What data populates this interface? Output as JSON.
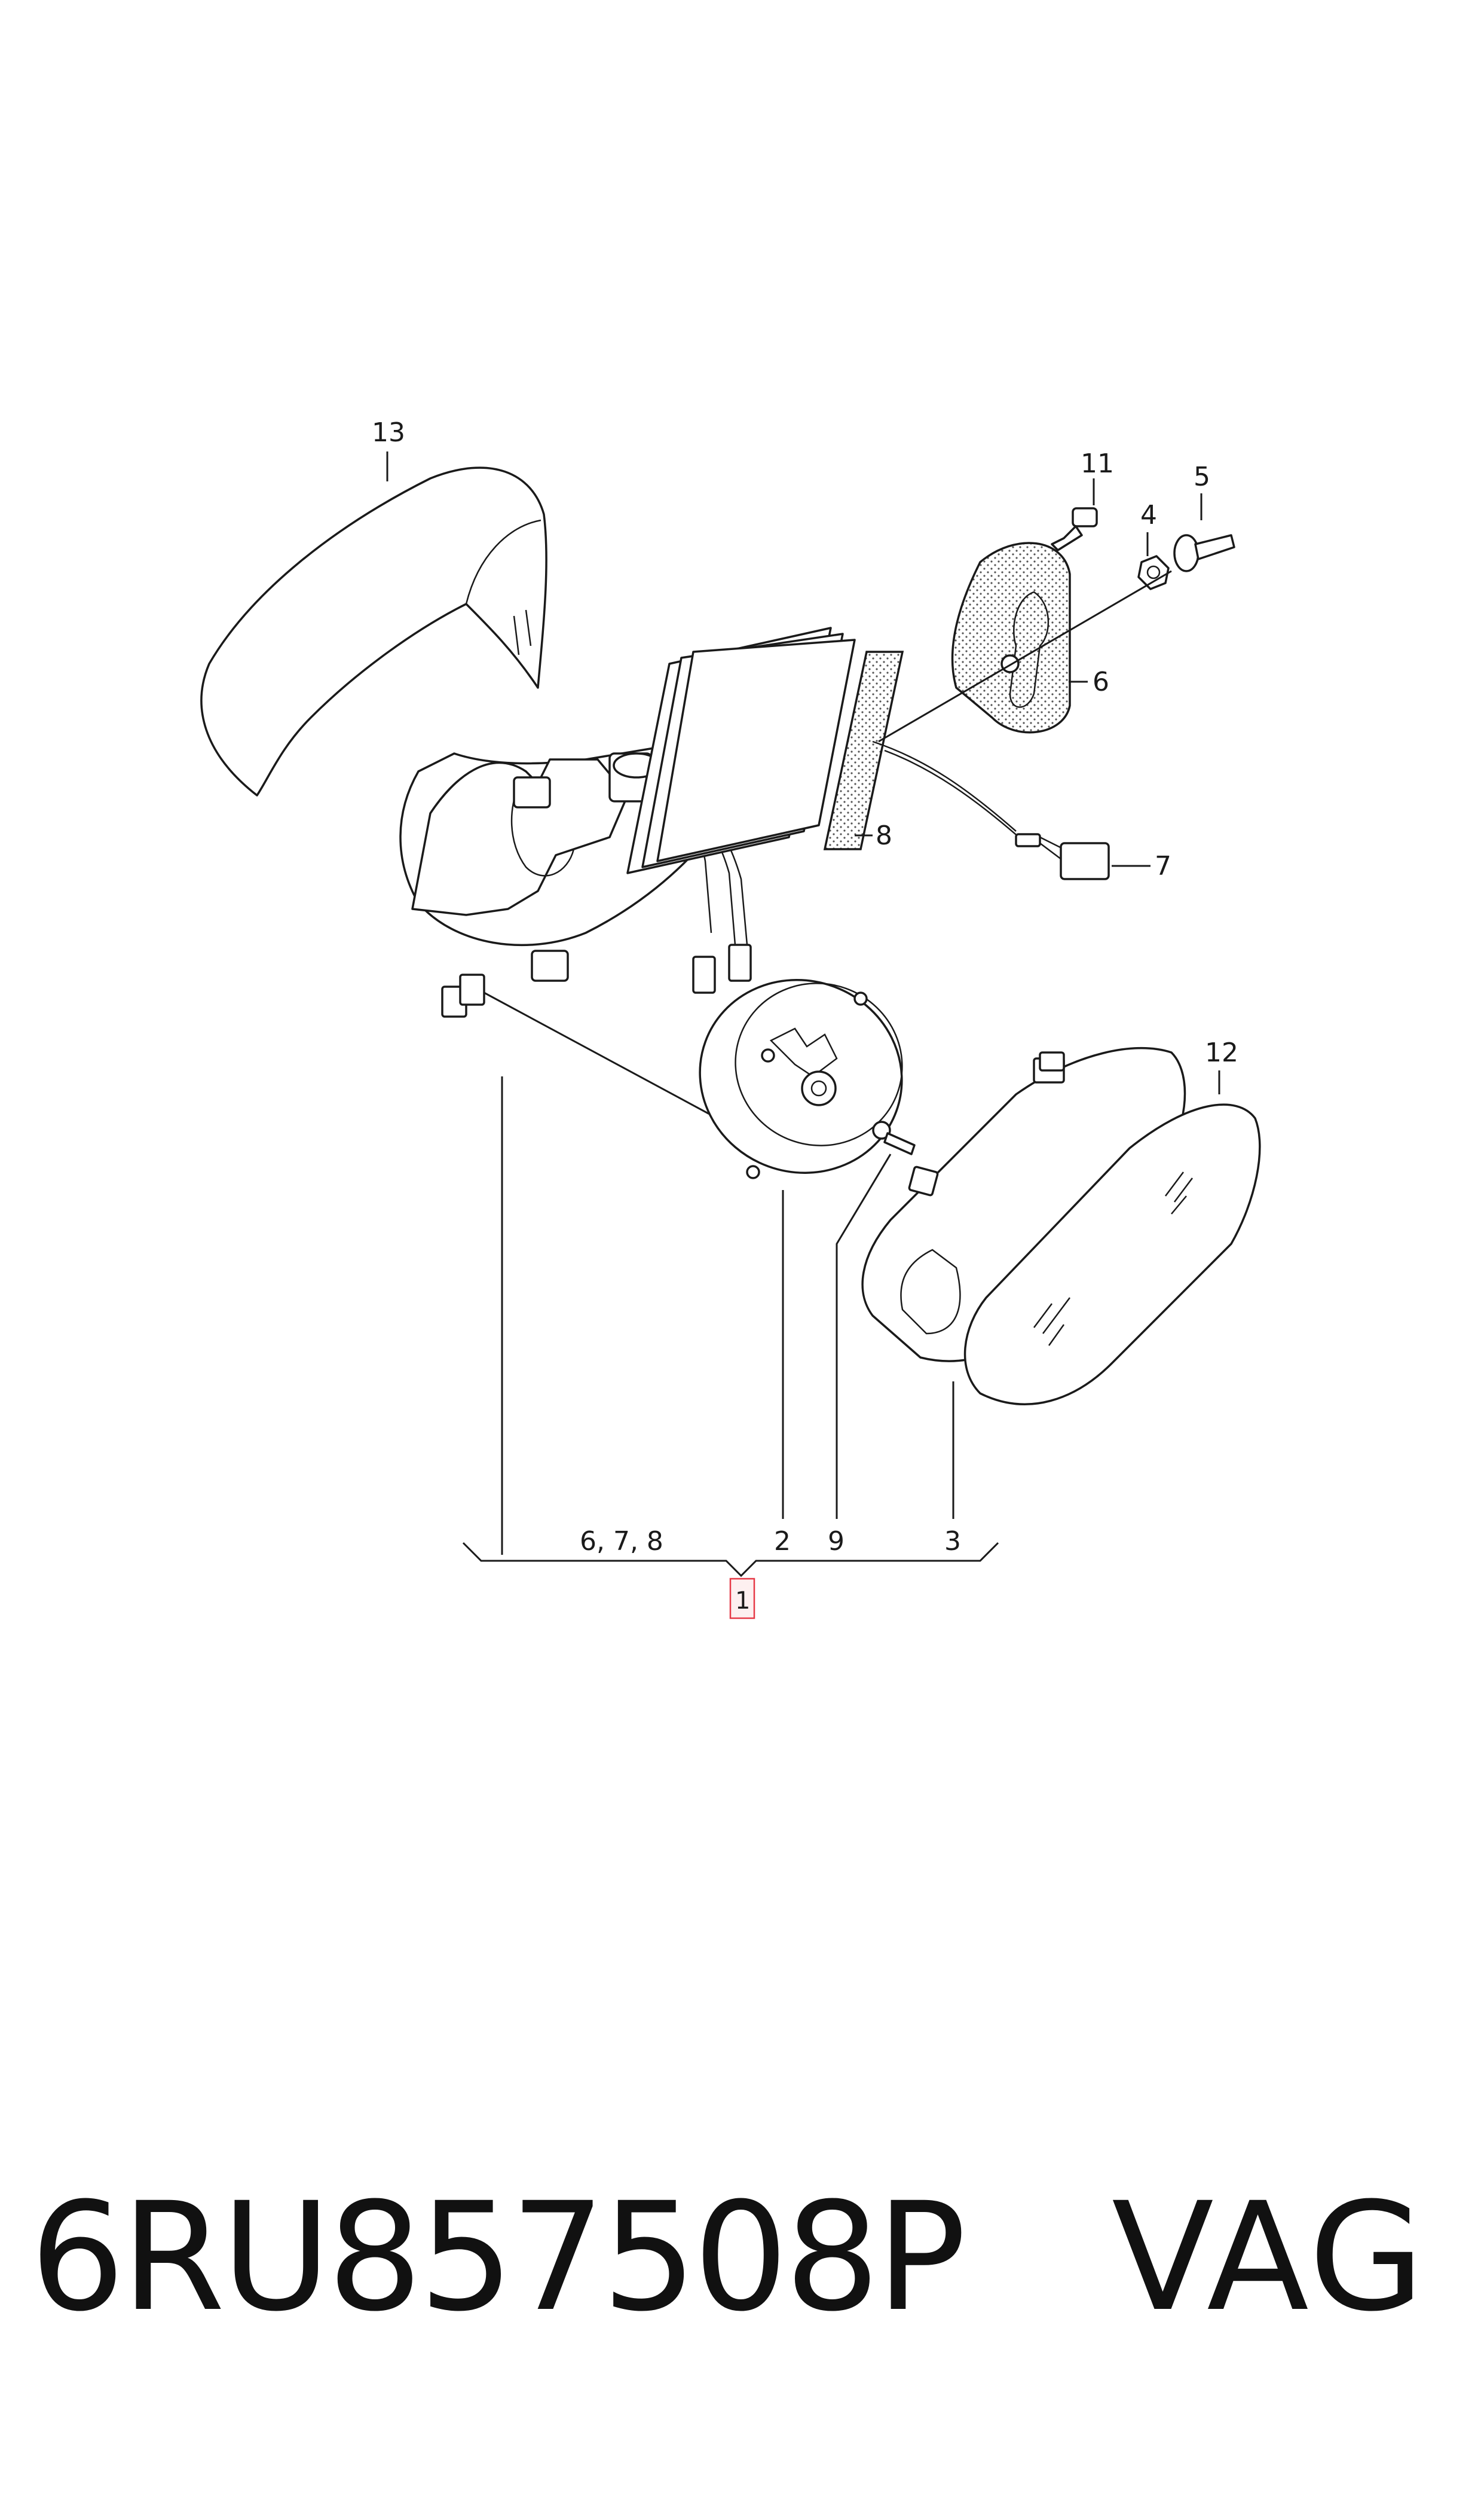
{
  "diagram": {
    "callouts": {
      "c13": "13",
      "c11": "11",
      "c5": "5",
      "c4": "4",
      "c6": "6",
      "c8": "8",
      "c7": "7",
      "c12": "12",
      "c_group": "6, 7, 8",
      "c2": "2",
      "c9": "9",
      "c3": "3",
      "c1": "1"
    },
    "highlight_color": "#e63946"
  },
  "footer": {
    "part_number": "6RU857508P",
    "brand": "VAG"
  }
}
